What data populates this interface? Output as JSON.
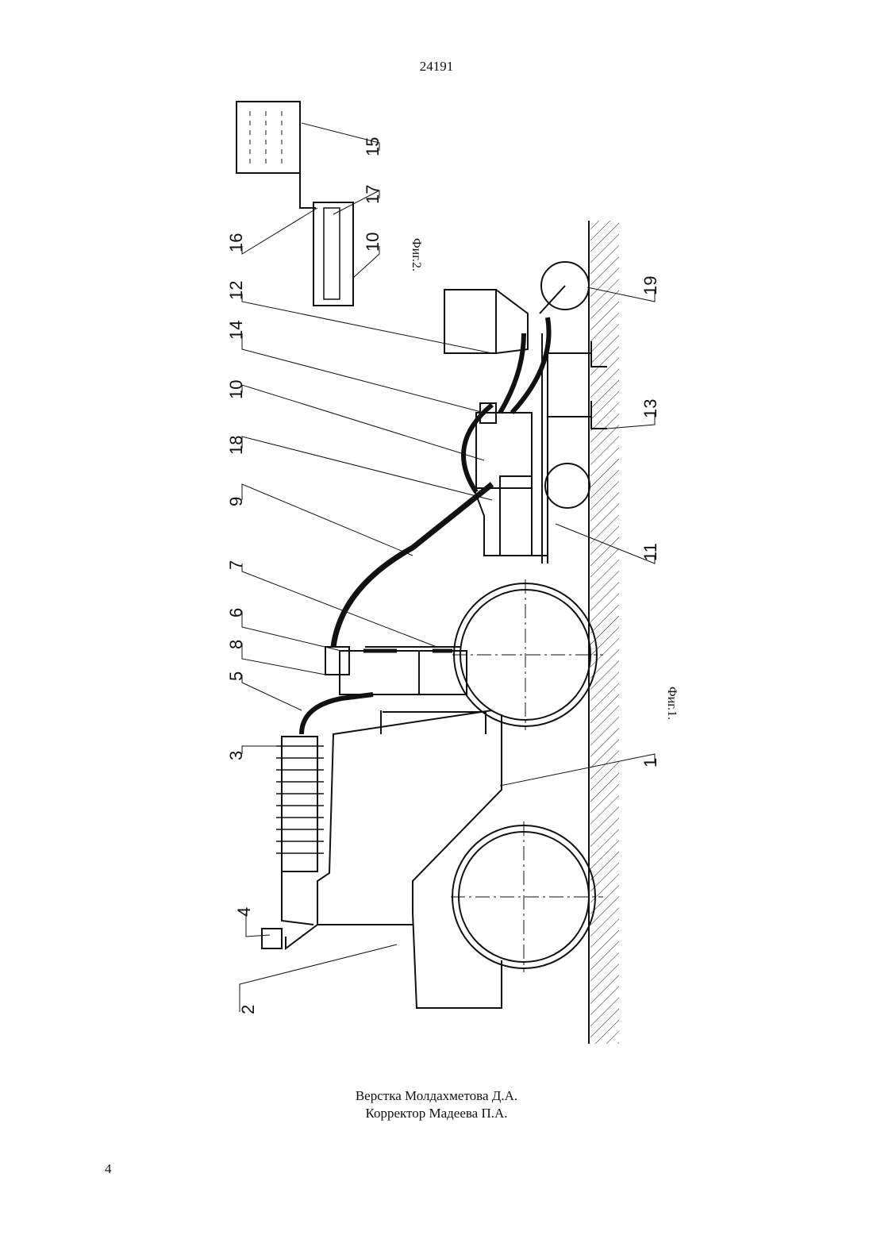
{
  "header": {
    "doc_number": "24191"
  },
  "figures": {
    "fig1_caption": "Фиг.1.",
    "fig2_caption": "Фиг.2.",
    "fig1_labels": [
      "2",
      "4",
      "3",
      "5",
      "8",
      "6",
      "7",
      "9",
      "18",
      "10",
      "14",
      "12",
      "16",
      "17",
      "10",
      "15",
      "1",
      "11",
      "13",
      "19"
    ]
  },
  "footer": {
    "layout_by": "Верстка Молдахметова Д.А.",
    "proofreader": "Корректор Мадеева П.А."
  },
  "page": {
    "number": "4"
  }
}
